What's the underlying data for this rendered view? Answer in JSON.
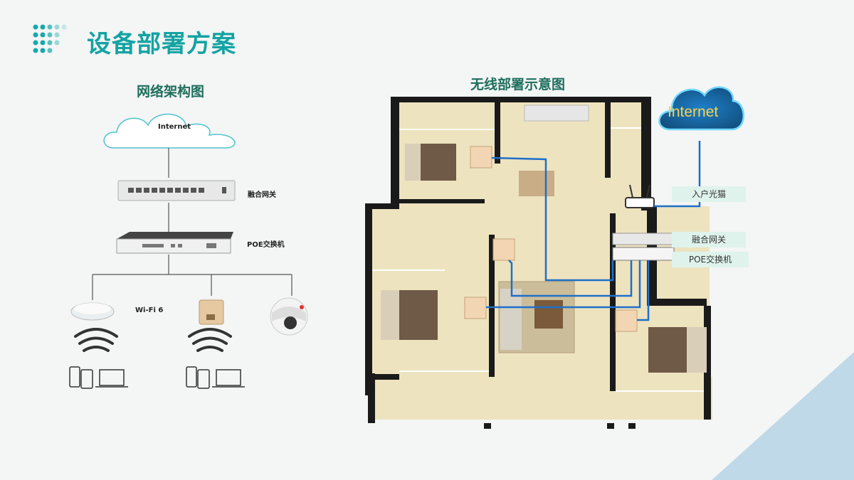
{
  "slide": {
    "title": "设备部署方案"
  },
  "left": {
    "heading": "网络架构图",
    "cloud_label": "Internet",
    "gateway_label": "融合网关",
    "poe_label": "POE交换机",
    "wifi_label": "Wi-Fi 6"
  },
  "right": {
    "heading": "无线部署示意图",
    "cloud_label": "Internet",
    "labels": {
      "modem": "入户光猫",
      "gateway": "融合网关",
      "poe": "POE交换机"
    }
  },
  "colors": {
    "accent": "#14a3a3",
    "cable": "#1f6fc9",
    "floor": "#ede3bf",
    "wall": "#1a1a1a"
  }
}
